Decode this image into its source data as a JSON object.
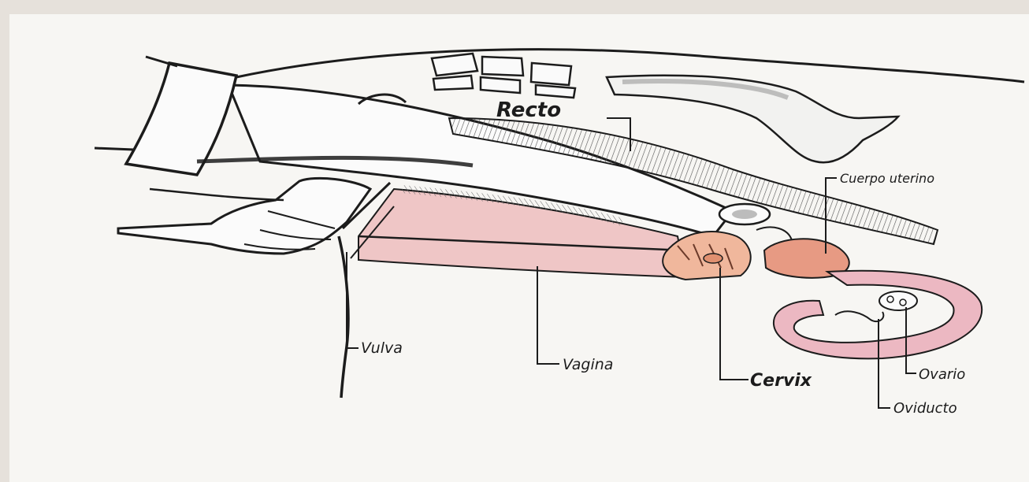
{
  "labels": {
    "recto": "Recto",
    "cuerpo_uterino": "Cuerpo uterino",
    "vulva": "Vulva",
    "vagina": "Vagina",
    "cervix": "Cervix",
    "ovario": "Ovario",
    "oviducto": "Oviducto"
  },
  "colors": {
    "paper": "#f7f6f3",
    "border": "#e6e1db",
    "ink": "#1c1c1c",
    "vagina_fill": "#efc6c6",
    "uterine_fill": "#e79a83",
    "cervix_fill": "#f0b79c",
    "horn_fill": "#ecb8c2"
  }
}
